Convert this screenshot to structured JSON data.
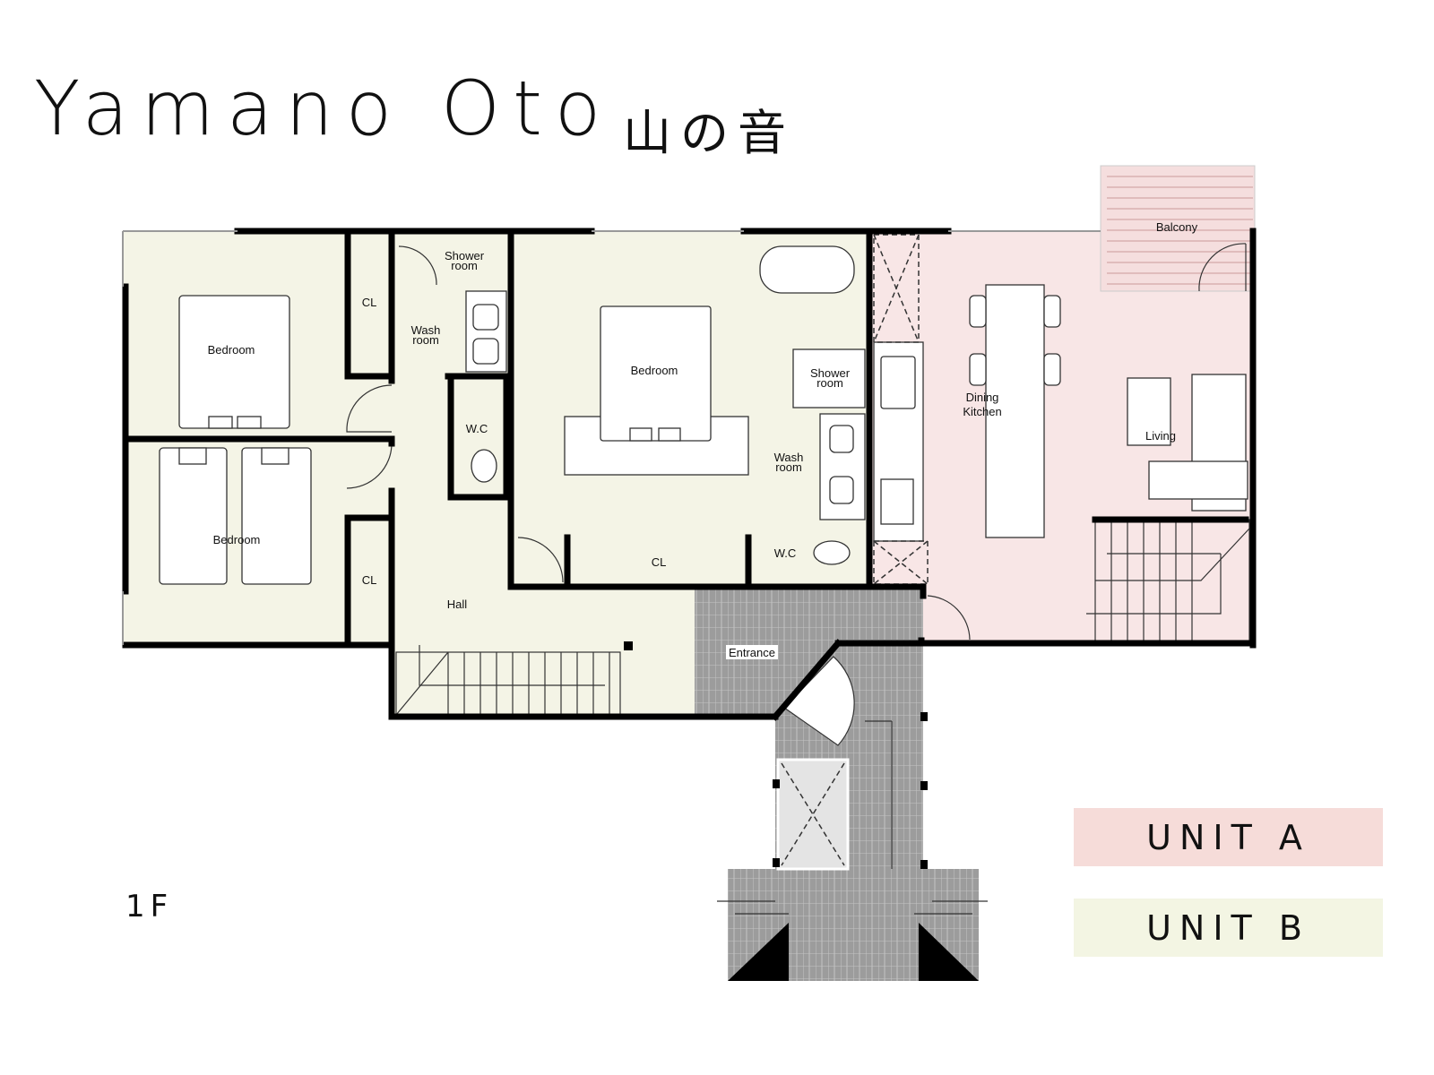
{
  "title": "Yamano Oto",
  "title_jp": "山の音",
  "floor_label": "1F",
  "legend": [
    {
      "label": "UNIT A",
      "color": "#f6dcd9"
    },
    {
      "label": "UNIT B",
      "color": "#f3f5e3"
    }
  ],
  "colors": {
    "unit_a_fill": "#f8e6e6",
    "unit_b_fill": "#f4f4e6",
    "entrance_tile": "#9c9c9c",
    "balcony": "#f5dede"
  },
  "rooms": {
    "bedroom_1": "Bedroom",
    "bedroom_2": "Bedroom",
    "bedroom_3": "Bedroom",
    "closet_1": "CL",
    "closet_2": "CL",
    "closet_3": "CL",
    "shower_1": [
      "Shower",
      "room"
    ],
    "wash_1": [
      "Wash",
      "room"
    ],
    "wc_1": "W.C",
    "shower_2": [
      "Shower",
      "room"
    ],
    "wash_2": [
      "Wash",
      "room"
    ],
    "wc_2": "W.C",
    "hall": "Hall",
    "entrance": "Entrance",
    "dining_kitchen": [
      "Dining",
      "Kitchen"
    ],
    "living": "Living",
    "balcony": "Balcony"
  }
}
